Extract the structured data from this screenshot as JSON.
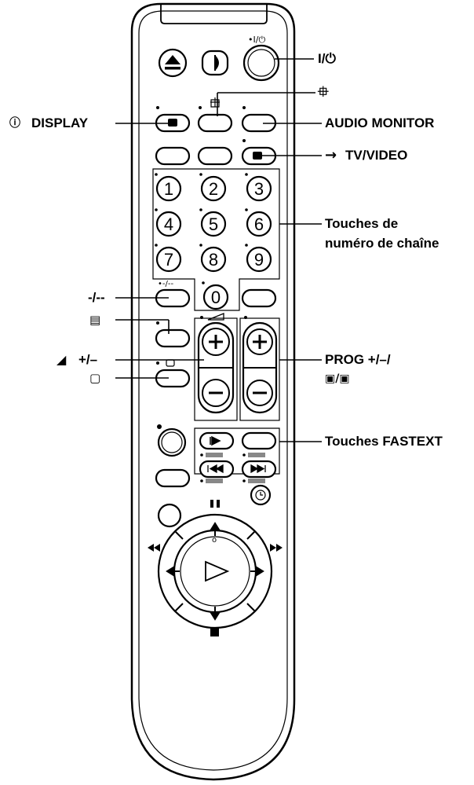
{
  "labels": {
    "power": "I/⏻",
    "display": "DISPLAY",
    "audio_monitor": "AUDIO MONITOR",
    "tv_video": "TV/VIDEO",
    "channel_line1": "Touches de",
    "channel_line2": "numéro de chaîne",
    "dash": "-/--",
    "volume": "+/–",
    "prog": "PROG +/–/",
    "fastext": "Touches FASTEXT"
  },
  "remote": {
    "top_label": "•I/⏻",
    "dash_label": "•-/--",
    "play_dot": "o",
    "digits": [
      "1",
      "2",
      "3",
      "4",
      "5",
      "6",
      "7",
      "8",
      "9",
      "0"
    ]
  },
  "colors": {
    "ink": "#000000",
    "fastext_bar": "#888888",
    "background": "#ffffff"
  }
}
